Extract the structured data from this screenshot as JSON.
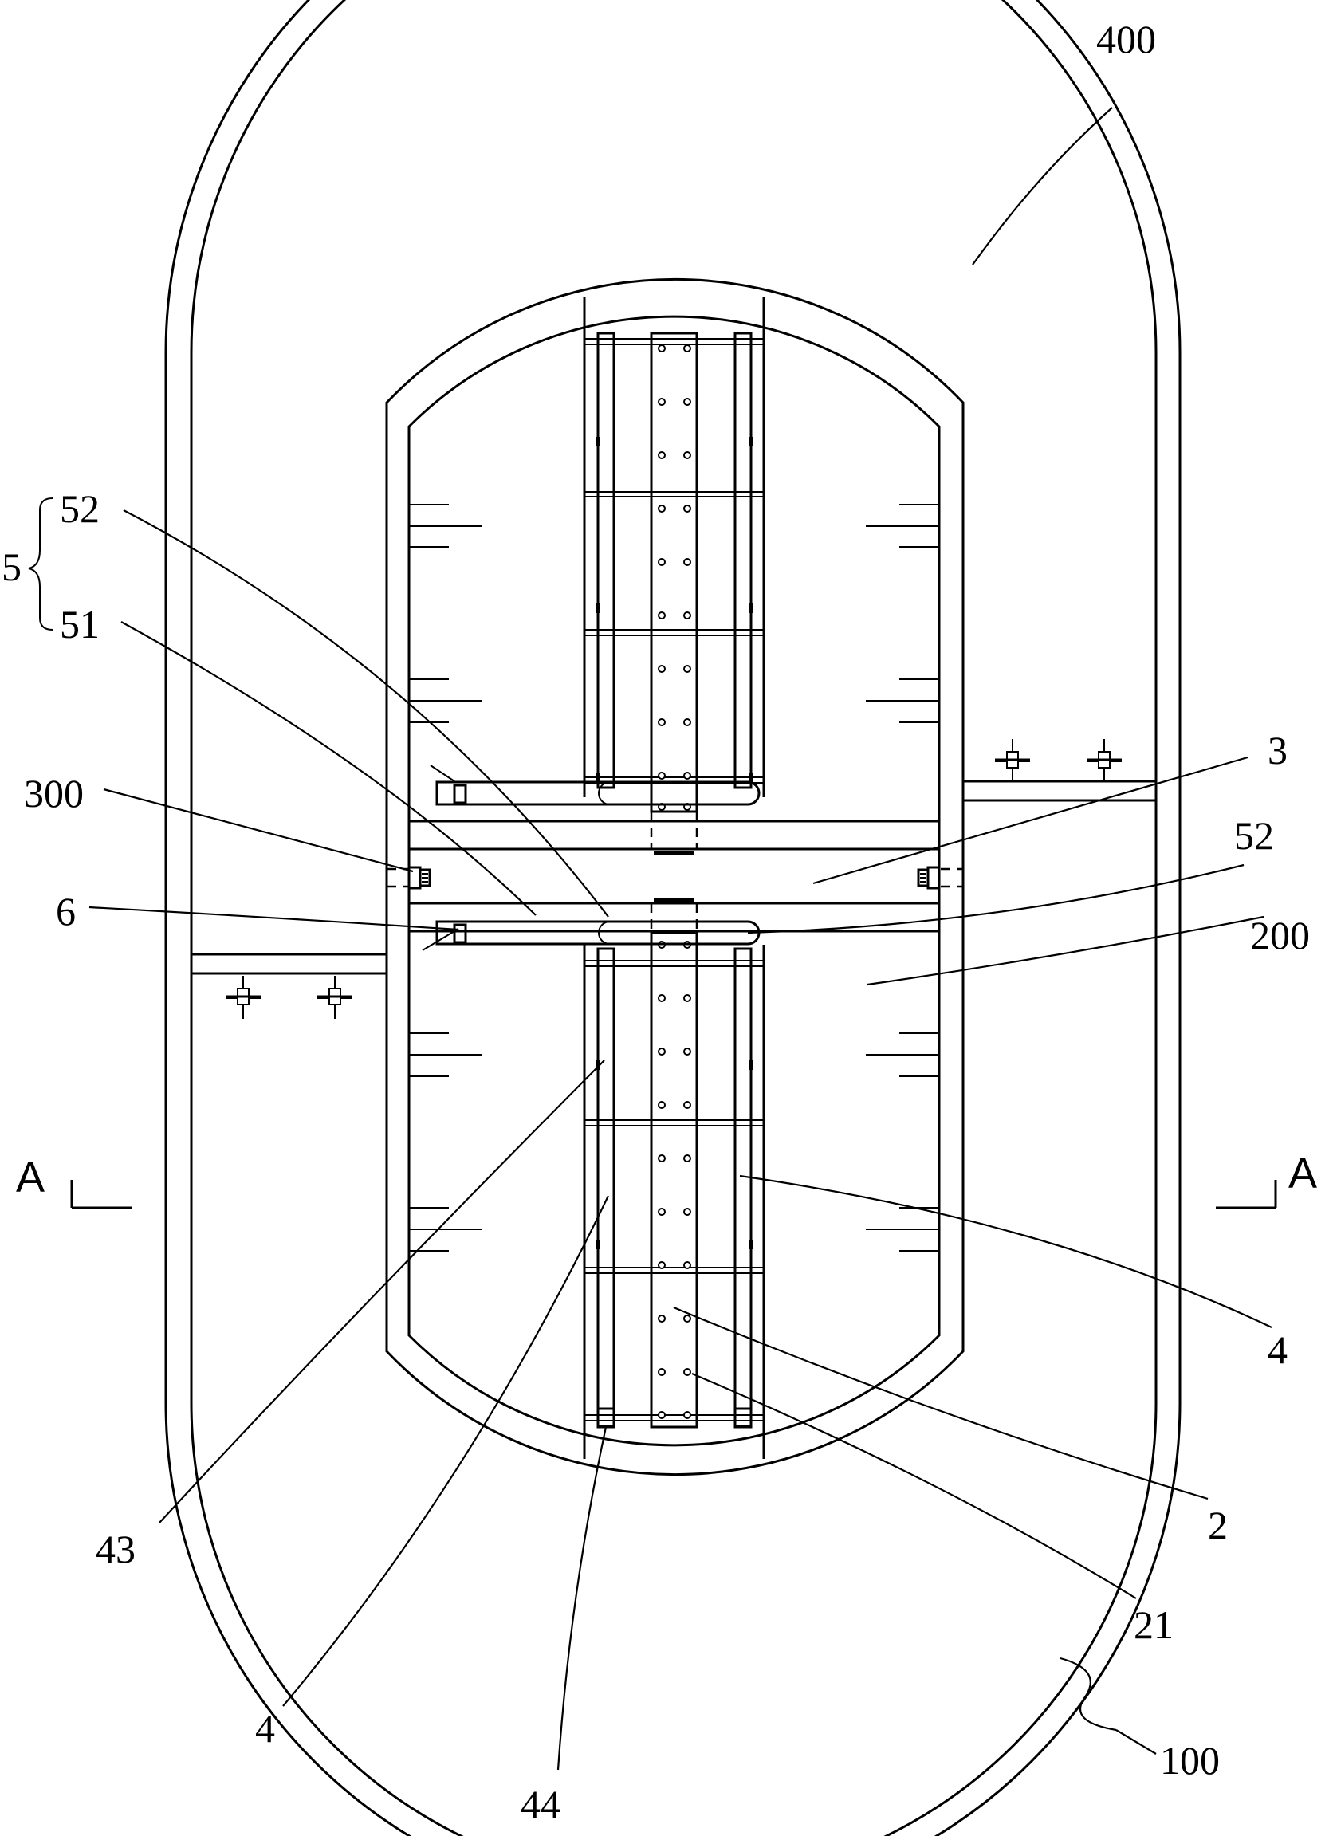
{
  "labels": {
    "l400": "400",
    "l5": "5",
    "l52a": "52",
    "l51": "51",
    "l300": "300",
    "l6": "6",
    "l3": "3",
    "l52b": "52",
    "l200": "200",
    "lA_left": "A",
    "lA_right": "A",
    "l4_right": "4",
    "l2": "2",
    "l21": "21",
    "l43": "43",
    "l4_left": "4",
    "l44": "44",
    "l100": "100"
  }
}
